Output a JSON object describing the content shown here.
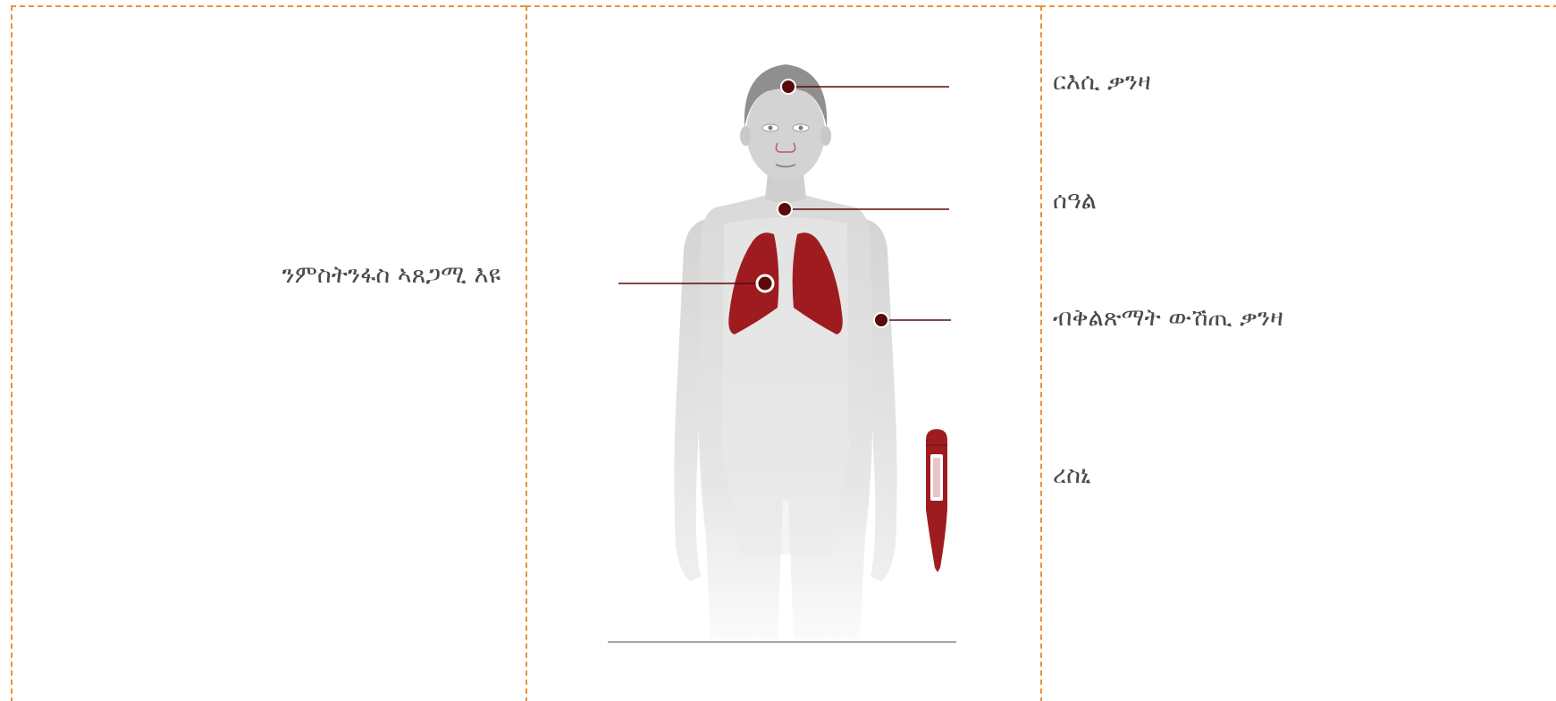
{
  "lungs_label": "ንምስትንፋስ ኣጸጋሚ እዩ",
  "symptoms": [
    {
      "label": "ርእሲ ቃንዛ",
      "icon": "head-marker-icon"
    },
    {
      "label": "ሰዓል",
      "icon": "throat-marker-icon"
    },
    {
      "label": "ብቅልጽማት ውሽጢ ቃንዛ",
      "icon": "arm-marker-icon"
    },
    {
      "label": "ረስኒ",
      "icon": "thermometer-icon"
    }
  ],
  "colors": {
    "divider": "#e8933a",
    "marker": "#5a0a0a",
    "lungs": "#9e1c20",
    "thermometer": "#9e1c20",
    "body": "#dcdcdc",
    "hair": "#8f8f8f",
    "text": "#4a4a4a"
  }
}
